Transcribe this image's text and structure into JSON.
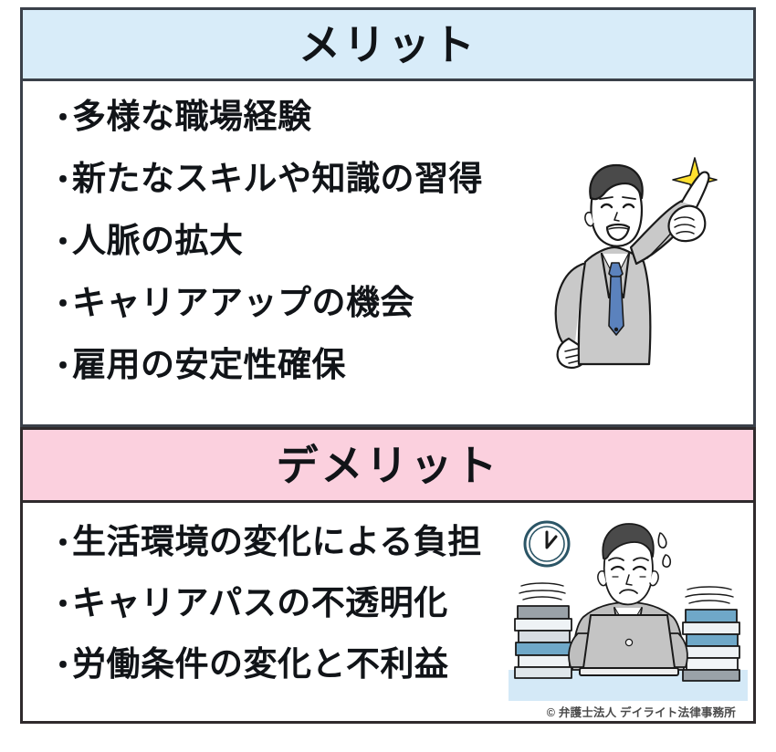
{
  "document": {
    "type": "merit-demerit-comparison-infographic",
    "language": "ja"
  },
  "merit_section": {
    "title": "メリット",
    "band_color": "#d8ecf9",
    "border_color": "#3a4049",
    "bullet_marker": "・",
    "items": [
      {
        "text": "多様な職場経験"
      },
      {
        "text": "新たなスキルや知識の習得"
      },
      {
        "text": "人脈の拡大"
      },
      {
        "text": "キャリアアップの機会"
      },
      {
        "text": "雇用の安定性確保"
      }
    ],
    "illustration": {
      "name": "businessman-pointing-up-illustration",
      "description": "笑顔のスーツ姿の男性が人差し指を上に向けて指差し、輝きマークが付いている",
      "suit_color": "#c9c9c9",
      "tie_color": "#5b82bd",
      "sparkle_color": "#ffe02e",
      "skin_color": "#ffffff",
      "hair_color": "#4a4a4a"
    }
  },
  "demerit_section": {
    "title": "デメリット",
    "band_color": "#fbd0de",
    "border_color": "#2f2a2c",
    "bullet_marker": "・",
    "items": [
      {
        "text": "生活環境の変化による負担"
      },
      {
        "text": "キャリアパスの不透明化"
      },
      {
        "text": "労働条件の変化と不利益"
      }
    ],
    "illustration": {
      "name": "stressed-businessman-at-laptop-illustration",
      "description": "大量の書類に囲まれてノートパソコンの前で困り顔の男性、時計と汗マーク付き",
      "suit_color": "#bfbfbf",
      "tie_color": "#5b82bd",
      "laptop_color": "#c4c4c4",
      "desk_color": "#d4e9f7",
      "clock_color": "#2b5566",
      "book_accent_color": "#6fa8c8"
    }
  },
  "footer": {
    "credit": "© 弁護士法人 デイライト法律事務所"
  }
}
